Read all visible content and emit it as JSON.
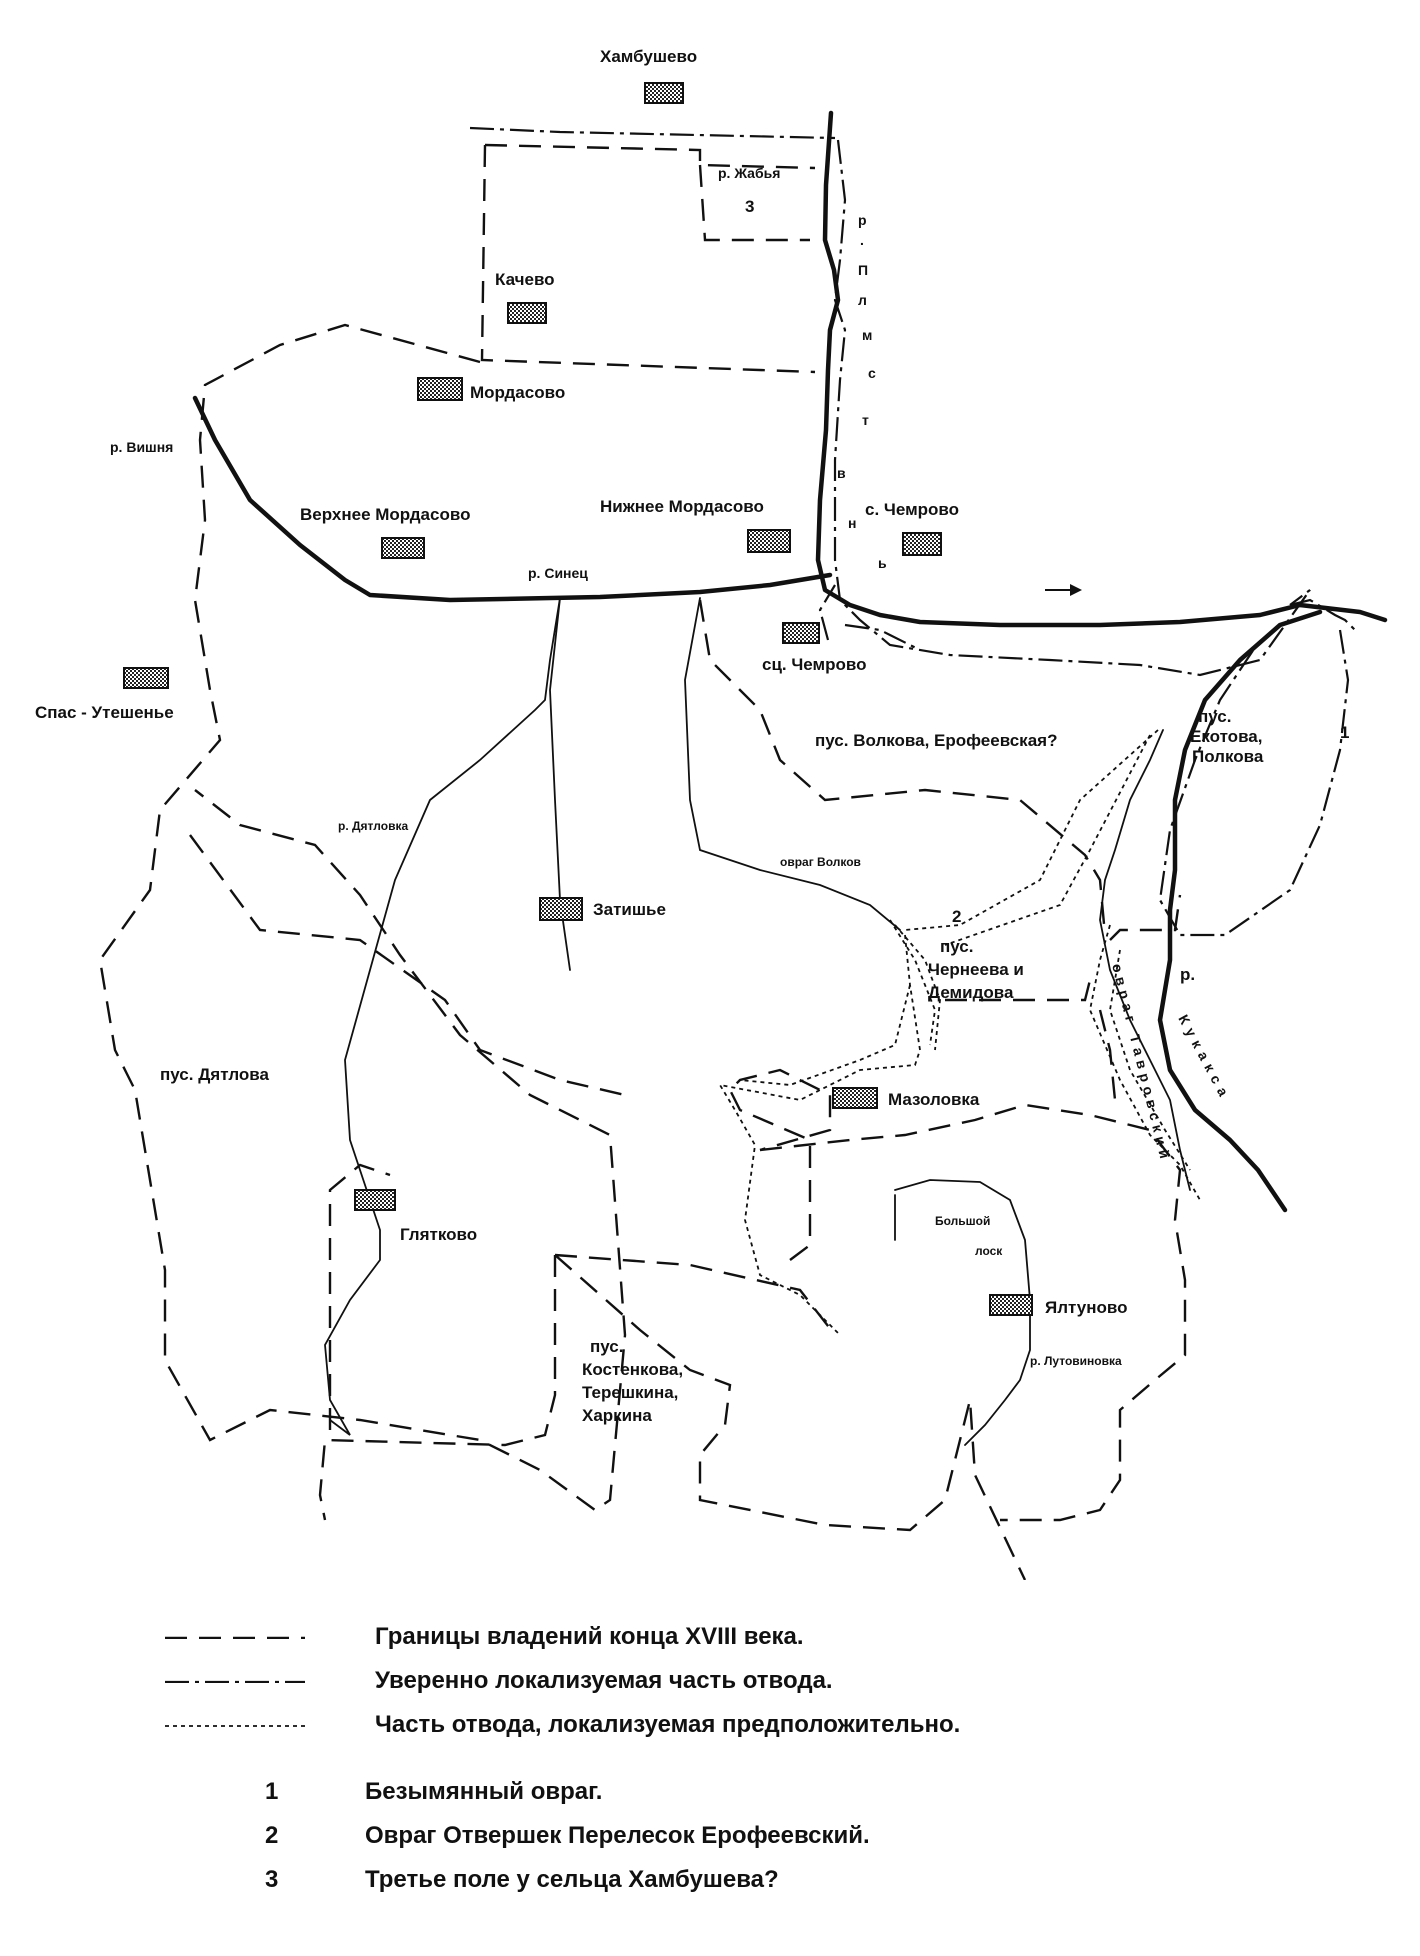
{
  "settlements": {
    "khambushevo": "Хамбушево",
    "kachevo": "Качево",
    "mordasovo": "Мордасово",
    "verkhnee_mordasovo": "Верхнее Мордасово",
    "nizhnee_mordasovo": "Нижнее Мордасово",
    "chemrovo": "с. Чемрово",
    "sts_chemrovo": "сц. Чемрово",
    "spas_uteshenye": "Спас - Утешенье",
    "zatishye": "Затишье",
    "mazolovka": "Мазоловка",
    "glyatkovo": "Глятково",
    "yaltunovo": "Ялтуново"
  },
  "wastelands": {
    "volkova": "пус. Волкова, Ерофеевская?",
    "ekotova_1": "пус.",
    "ekotova_2": "Екотова,",
    "ekotova_3": "Полкова",
    "cherneeva_1": "пус.",
    "cherneeva_2": "Чернеева и",
    "cherneeva_3": "Демидова",
    "dyatlova": "пус. Дятлова",
    "kostenkova_1": "пус.",
    "kostenkova_2": "Костенкова,",
    "kostenkova_3": "Терешкина,",
    "kostenkova_4": "Харкина"
  },
  "water": {
    "zhabya": "р. Жабья",
    "vishnya": "р. Вишня",
    "sinets": "р. Синец",
    "dyatlovka": "р. Дятловка",
    "ovrag_volkov": "овраг Волков",
    "bolshoy": "Большой",
    "losk": "лоск",
    "lutovinovka": "р. Лутовиновка",
    "r_prefix": "р.",
    "kukaksa": "Кукакса",
    "plmst_letters": [
      "р",
      ".",
      "П",
      "л",
      "м",
      "с",
      "т",
      "в",
      "н",
      "ь"
    ],
    "tavrovsky": "овраг Тавровский"
  },
  "markers": {
    "m1": "1",
    "m2": "2",
    "m3": "3"
  },
  "legend": {
    "items": [
      "Границы владений конца XVIII века.",
      "Уверенно локализуемая  часть отвода.",
      "Часть отвода, локализуемая предположительно."
    ]
  },
  "notes": {
    "items": [
      {
        "num": "1",
        "text": "Безымянный овраг."
      },
      {
        "num": "2",
        "text": "Овраг Отвершек Перелесок Ерофеевский."
      },
      {
        "num": "3",
        "text": "Третье поле у сельца Хамбушева?"
      }
    ]
  }
}
